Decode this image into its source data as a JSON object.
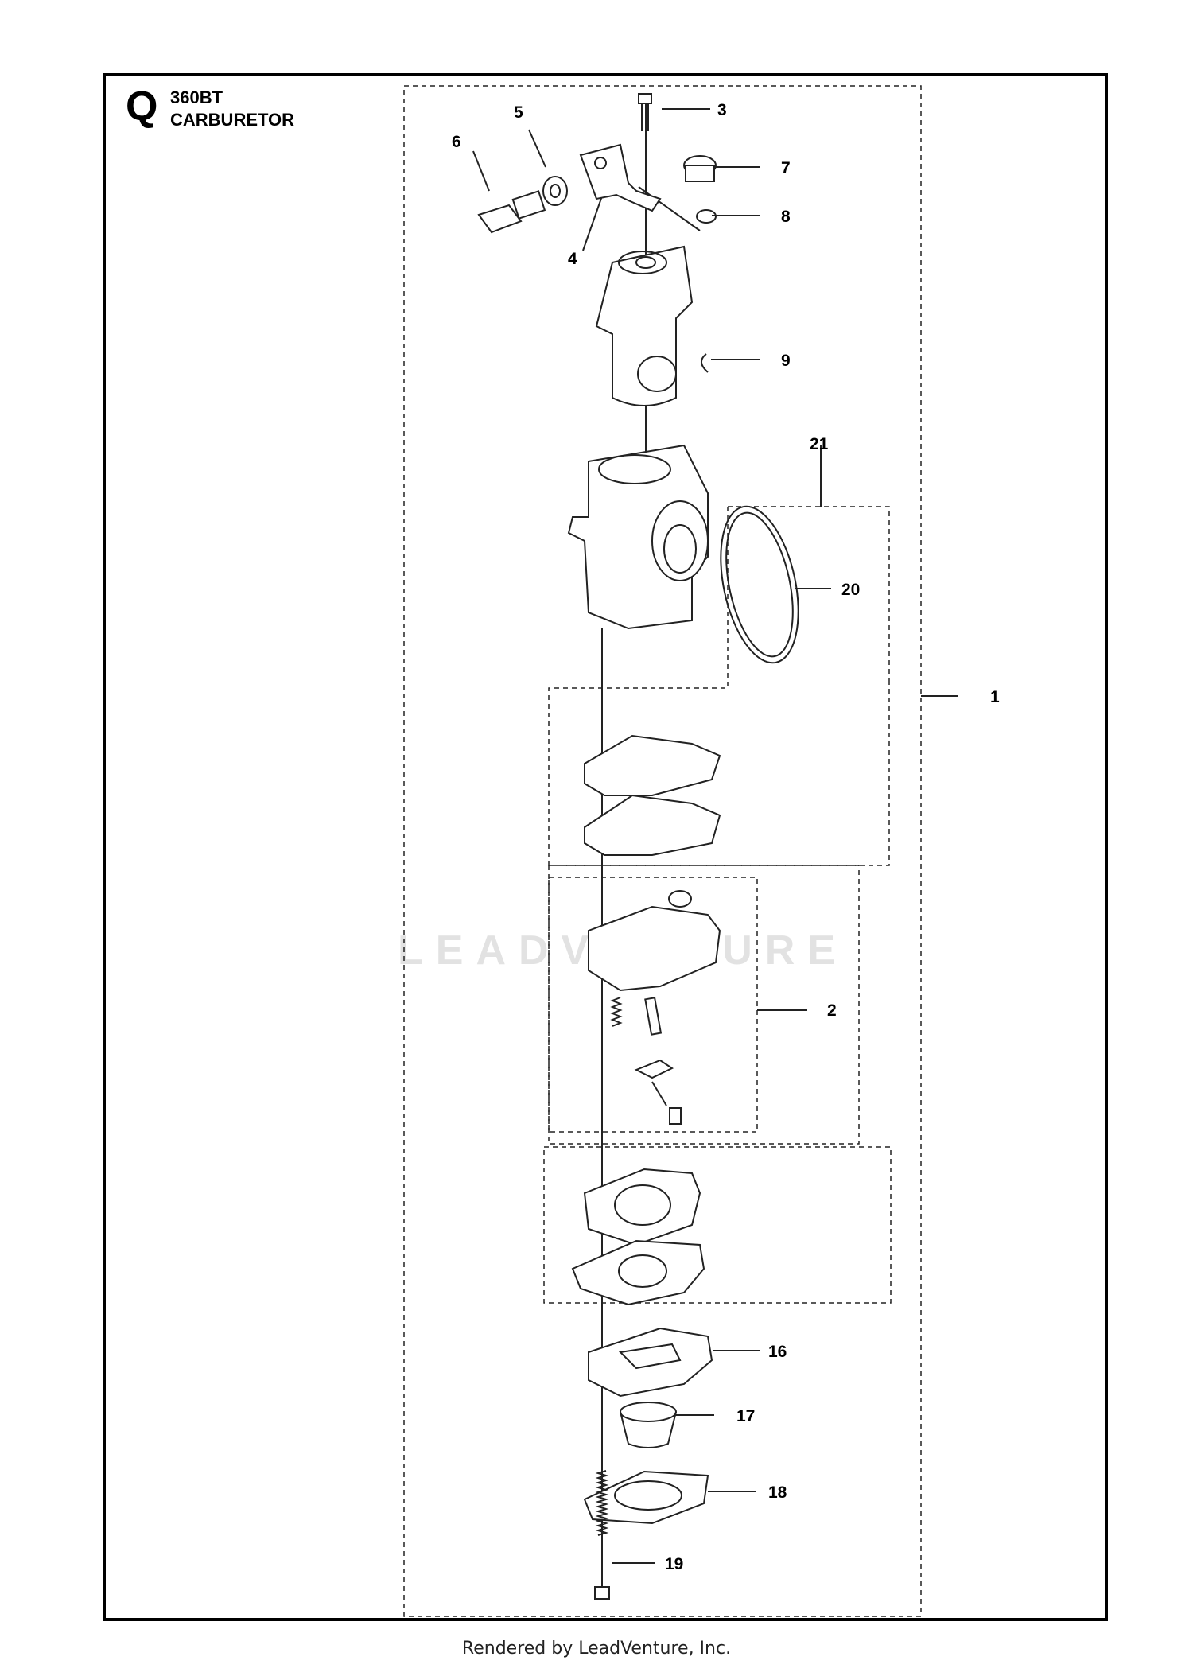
{
  "header": {
    "section_letter": "Q",
    "model": "360BT",
    "title": "CARBURETOR"
  },
  "watermark": "LEADVENTURE",
  "footer": "Rendered by LeadVenture, Inc.",
  "callouts": [
    "1",
    "2",
    "3",
    "4",
    "5",
    "6",
    "7",
    "8",
    "9",
    "16",
    "17",
    "18",
    "19",
    "20",
    "21"
  ],
  "colors": {
    "line": "#000000",
    "part": "#222222",
    "watermark": "#e2e2e2"
  }
}
